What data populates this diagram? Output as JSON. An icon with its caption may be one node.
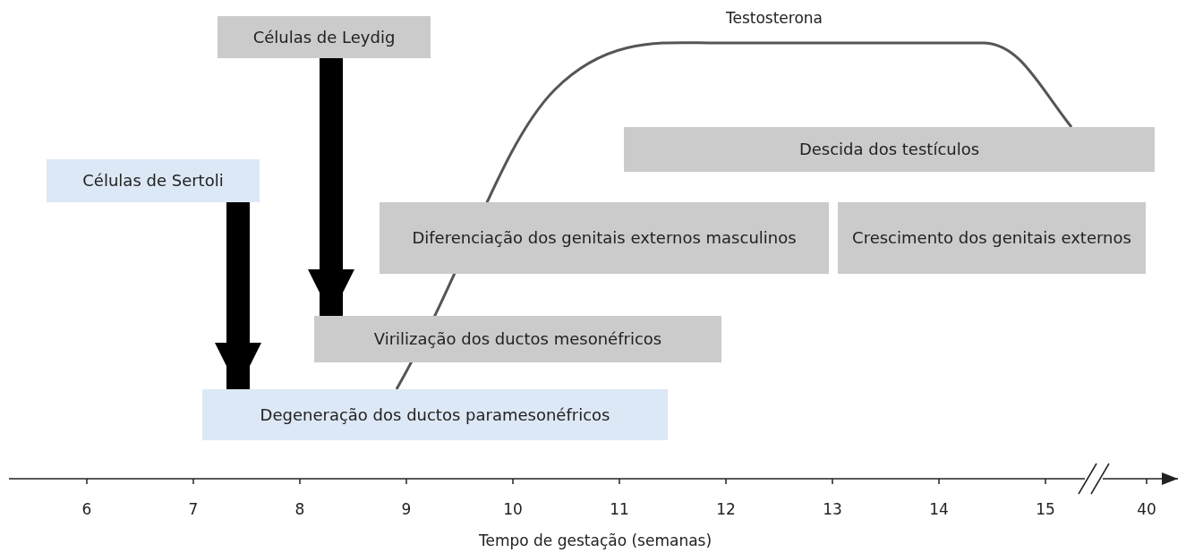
{
  "diagram": {
    "nodes": [
      {
        "text": [
          "Células de Leydig"
        ]
      },
      {
        "text": [
          "Células de Sertoli"
        ]
      },
      {
        "text": [
          "Descida dos testículos"
        ]
      },
      {
        "text": [
          "Diferenciação dos genitais externos masculinos"
        ]
      },
      {
        "text": [
          "Crescimento dos genitais externos"
        ]
      },
      {
        "text": [
          "Virilização dos ductos mesonéfricos"
        ]
      },
      {
        "text": [
          "Degeneração dos ductos paramesonéfricos"
        ]
      }
    ],
    "edges": [
      {
        "from": 0,
        "to": 5,
        "arrow": "to"
      },
      {
        "from": 1,
        "to": 6,
        "arrow": "to"
      }
    ],
    "labels": [
      "Testosterona",
      "6",
      "7",
      "8",
      "9",
      "10",
      "11",
      "12",
      "13",
      "14",
      "15",
      "40",
      "Tempo de gestação (semanas)"
    ]
  }
}
